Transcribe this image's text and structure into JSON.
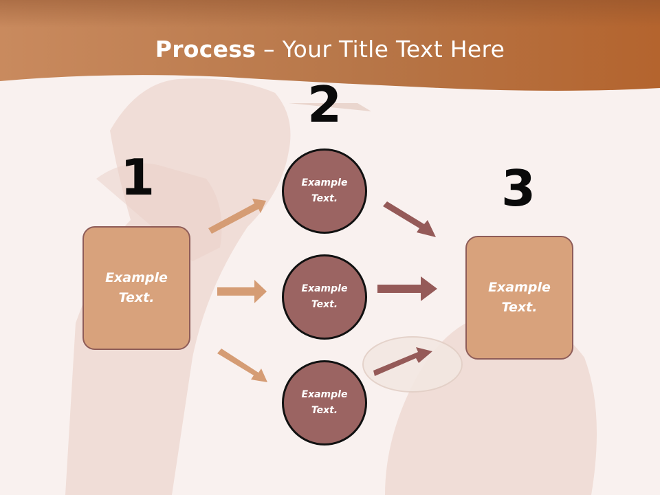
{
  "slide": {
    "title_bold": "Process",
    "title_rest": " – Your Title Text Here",
    "steps": [
      "1",
      "2",
      "3"
    ],
    "left_box": "Example\nText.",
    "circles": [
      "Example\nText.",
      "Example\nText.",
      "Example\nText."
    ],
    "right_box": "Example\nText."
  },
  "colors": {
    "header": "#b76a3a",
    "box_fill": "#d8a27c",
    "circle_fill": "#9b6462",
    "arrow_left": "#d59c74",
    "arrow_right": "#955a58"
  }
}
